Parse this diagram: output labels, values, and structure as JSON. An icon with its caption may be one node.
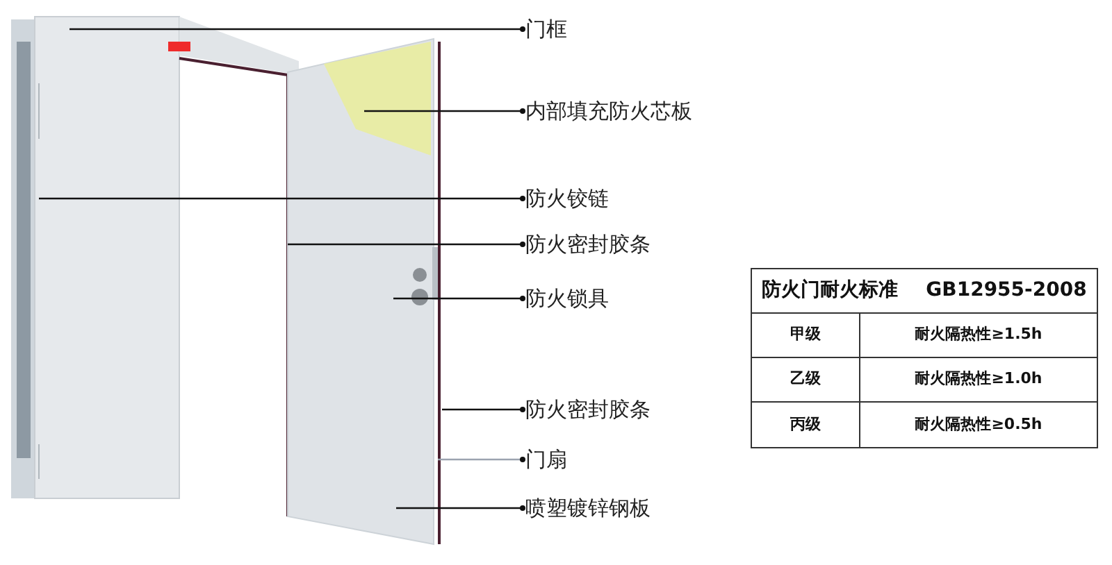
{
  "diagram": {
    "nodes": [
      {
        "text": [
          "门框"
        ]
      },
      {
        "text": [
          "内部填充防火芯板"
        ]
      },
      {
        "text": [
          "防火铰链"
        ]
      },
      {
        "text": [
          "防火密封胶条"
        ]
      },
      {
        "text": [
          "防火锁具"
        ]
      },
      {
        "text": [
          "防火密封胶条"
        ]
      },
      {
        "text": [
          "门扇"
        ]
      },
      {
        "text": [
          "喷塑镀锌钢板"
        ]
      }
    ],
    "edges": [
      {
        "from": 0,
        "to": null,
        "arrow": "other"
      },
      {
        "from": 1,
        "to": null,
        "arrow": "other"
      },
      {
        "from": 2,
        "to": null,
        "arrow": "other"
      },
      {
        "from": 3,
        "to": null,
        "arrow": "other"
      },
      {
        "from": 4,
        "to": null,
        "arrow": "other"
      },
      {
        "from": 5,
        "to": null,
        "arrow": "other"
      },
      {
        "from": 6,
        "to": null,
        "arrow": "other",
        "color": "#9ca3af"
      },
      {
        "from": 7,
        "to": null,
        "arrow": "other"
      }
    ],
    "labels": [
      "防火门耐火标准",
      "GB12955-2008",
      "甲级",
      "耐火隔热性≥1.5h",
      "乙级",
      "耐火隔热性≥1.0h",
      "丙级",
      "耐火隔热性≥0.5h"
    ]
  }
}
